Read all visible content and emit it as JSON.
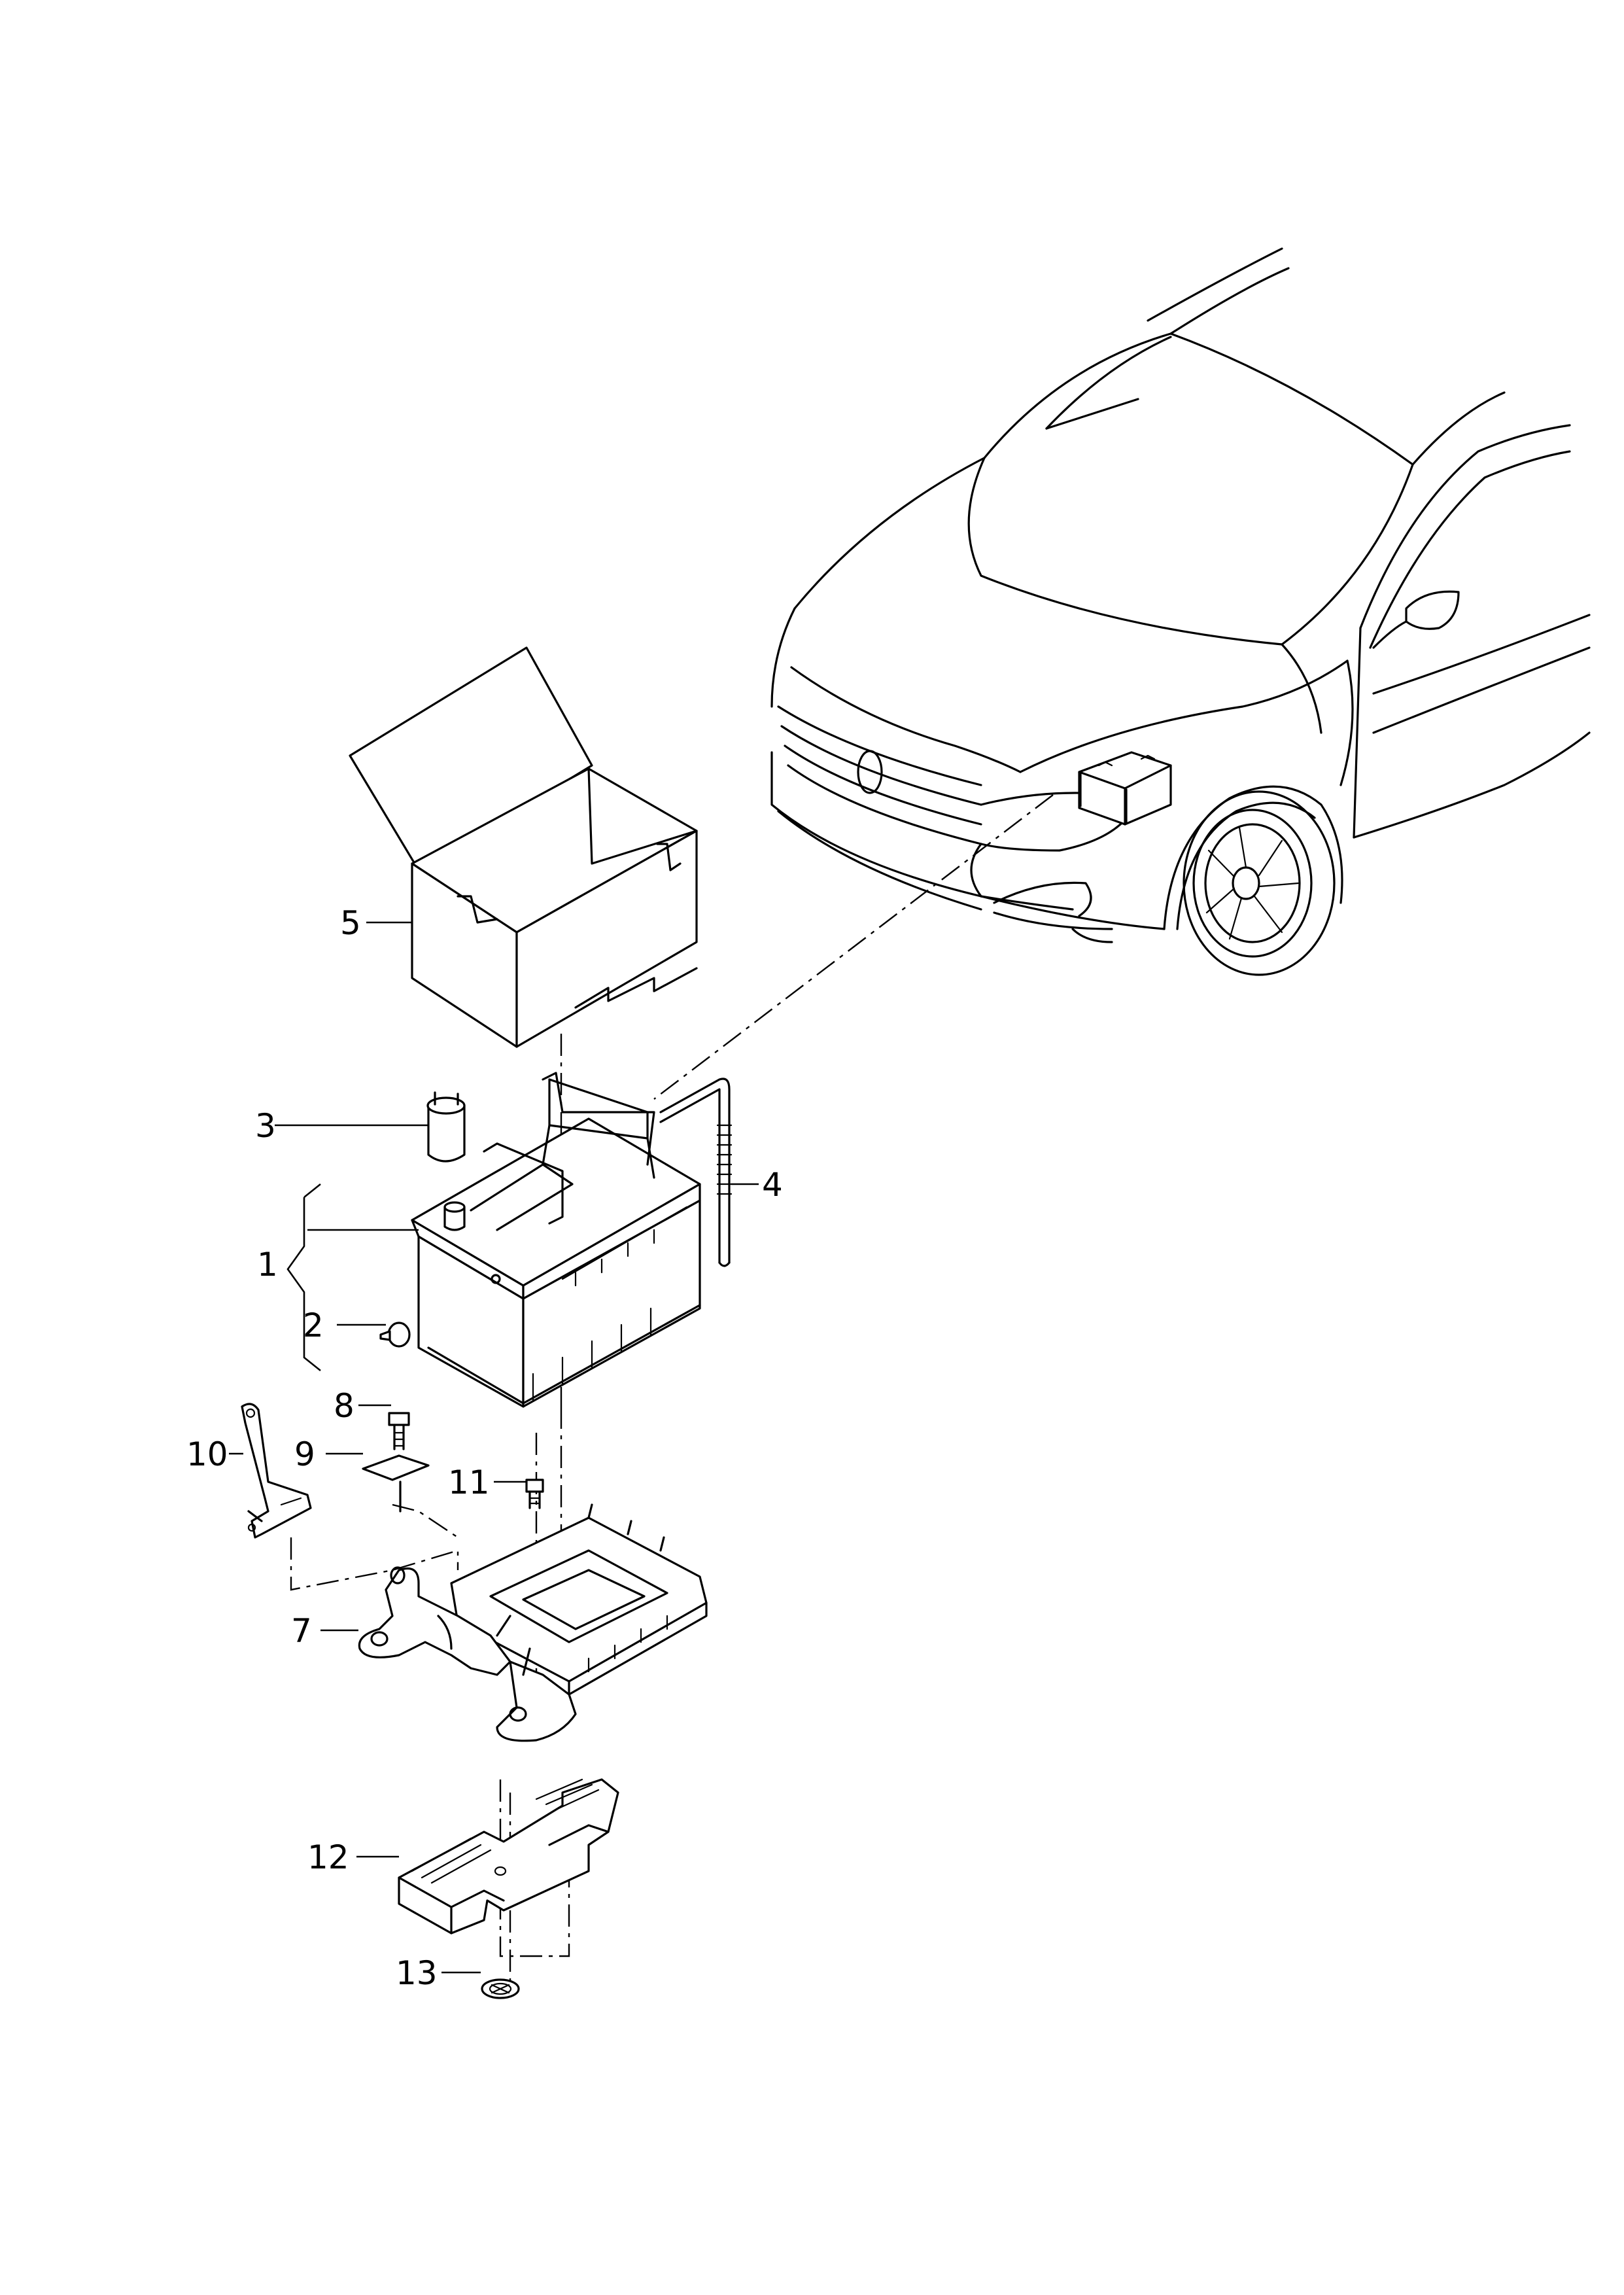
{
  "callouts": [
    {
      "id": "c1",
      "text": "1"
    },
    {
      "id": "c2",
      "text": "2"
    },
    {
      "id": "c3",
      "text": "3"
    },
    {
      "id": "c4",
      "text": "4"
    },
    {
      "id": "c5",
      "text": "5"
    },
    {
      "id": "c7",
      "text": "7"
    },
    {
      "id": "c8",
      "text": "8"
    },
    {
      "id": "c9",
      "text": "9"
    },
    {
      "id": "c10",
      "text": "10"
    },
    {
      "id": "c11",
      "text": "11"
    },
    {
      "id": "c12",
      "text": "12"
    },
    {
      "id": "c13",
      "text": "13"
    }
  ]
}
